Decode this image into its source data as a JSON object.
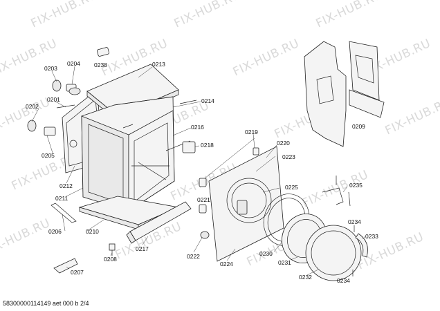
{
  "watermark": {
    "text": "FIX-HUB.RU"
  },
  "footer": {
    "text": "58300000114149 aet 000 b 2/4"
  },
  "parts": {
    "p0203": "0203",
    "p0204": "0204",
    "p0238": "0238",
    "p0213": "0213",
    "p0202": "0202",
    "p0201": "0201",
    "p0214": "0214",
    "p0216": "0216",
    "p0219": "0219",
    "p0220": "0220",
    "p0209": "0209",
    "p0205": "0205",
    "p0218": "0218",
    "p0223": "0223",
    "p0212": "0212",
    "p0211": "0211",
    "p0225": "0225",
    "p0235": "0235",
    "p0221": "0221",
    "p0206": "0206",
    "p0210": "0210",
    "p0234a": "0234",
    "p0233": "0233",
    "p0217": "0217",
    "p0222": "0222",
    "p0224": "0224",
    "p0230": "0230",
    "p0231": "0231",
    "p0208": "0208",
    "p0207": "0207",
    "p0232": "0232",
    "p0234b": "0234"
  }
}
